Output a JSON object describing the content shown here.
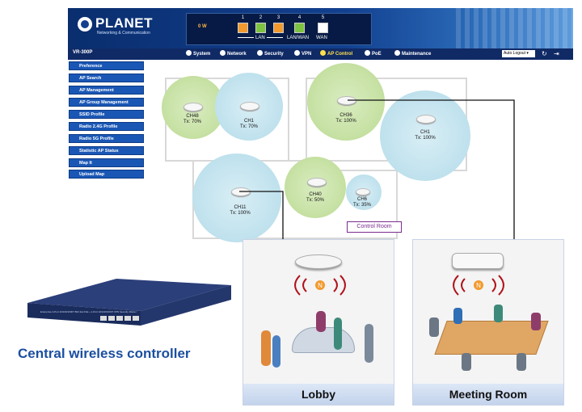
{
  "header": {
    "brand": "PLANET",
    "brand_sub": "Networking & Communication",
    "power_label": "0 W",
    "ports": [
      {
        "num": "1",
        "color": "#f29a2e"
      },
      {
        "num": "2",
        "color": "#7ec242"
      },
      {
        "num": "3",
        "color": "#f29a2e"
      },
      {
        "num": "4",
        "color": "#7ec242"
      },
      {
        "num": "5",
        "color": "#ffffff"
      }
    ],
    "group_labels": {
      "lan": "LAN",
      "lanwan": "LAN/WAN",
      "wan": "WAN"
    }
  },
  "navbar": {
    "model": "VR-300P",
    "items": [
      {
        "label": "System",
        "icon": "gear-icon"
      },
      {
        "label": "Network",
        "icon": "globe-icon"
      },
      {
        "label": "Security",
        "icon": "shield-icon"
      },
      {
        "label": "VPN",
        "icon": "key-icon"
      },
      {
        "label": "AP Control",
        "icon": "wifi-icon"
      },
      {
        "label": "PoE",
        "icon": "plug-icon"
      },
      {
        "label": "Maintenance",
        "icon": "wrench-icon"
      }
    ],
    "active": "AP Control",
    "auto_logout": "Auto Logout",
    "refresh_icon": "refresh-icon",
    "logout_icon": "logout-icon"
  },
  "sidebar": {
    "items": [
      {
        "label": "Preference"
      },
      {
        "label": "AP Search"
      },
      {
        "label": "AP Management"
      },
      {
        "label": "AP Group Management"
      },
      {
        "label": "SSID Profile"
      },
      {
        "label": "Radio 2.4G Profile"
      },
      {
        "label": "Radio 5G Profile"
      },
      {
        "label": "Statistic AP Status"
      },
      {
        "label": "Map It"
      },
      {
        "label": "Upload Map"
      }
    ]
  },
  "floor_map": {
    "aps": [
      {
        "ch": "CH48",
        "tx": "Tx: 70%",
        "color": "green"
      },
      {
        "ch": "CH1",
        "tx": "Tx: 70%",
        "color": "blue"
      },
      {
        "ch": "CH36",
        "tx": "Tx: 100%",
        "color": "green"
      },
      {
        "ch": "CH1",
        "tx": "Tx: 100%",
        "color": "blue"
      },
      {
        "ch": "CH11",
        "tx": "Tx: 100%",
        "color": "blue"
      },
      {
        "ch": "CH40",
        "tx": "Tx: 50%",
        "color": "green"
      },
      {
        "ch": "CH6",
        "tx": "Tx: 35%",
        "color": "blue"
      }
    ],
    "control_room": "Control Room"
  },
  "device": {
    "label": "Central wireless controller",
    "front_text": "Enterprise 4-Port 10/100/1000T 802.3at PoE + 1-Port 10/100/1000T VPN Security Router"
  },
  "scenes": {
    "lobby": "Lobby",
    "meeting": "Meeting Room",
    "badge": "N"
  }
}
